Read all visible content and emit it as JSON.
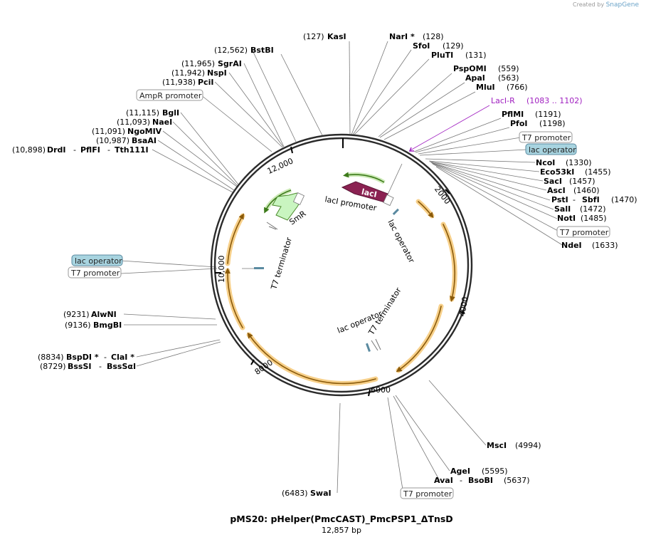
{
  "credit": {
    "prefix": "Created by",
    "brand": "SnapGene"
  },
  "title": "pMS20: pHelper(PmcCAST)_PmcPSP1_ΔTnsD",
  "size_label": "12,857 bp",
  "ring_ticks": [
    "2000",
    "4000",
    "6000",
    "8000",
    "10,000",
    "12,000"
  ],
  "enzymes": [
    {
      "id": "kasi",
      "pos": "(127)",
      "name": "KasI"
    },
    {
      "id": "nari",
      "name": "NarI *",
      "pos": "(128)"
    },
    {
      "id": "sfoi",
      "name": "SfoI",
      "pos": "(129)"
    },
    {
      "id": "pluti",
      "name": "PluTI",
      "pos": "(131)"
    },
    {
      "id": "pspomi",
      "name": "PspOMI",
      "pos": "(559)"
    },
    {
      "id": "apai",
      "name": "ApaI",
      "pos": "(563)"
    },
    {
      "id": "mlui",
      "name": "MluI",
      "pos": "(766)"
    },
    {
      "id": "pflmi",
      "name": "PflMI",
      "pos": "(1191)"
    },
    {
      "id": "pfoi",
      "name": "PfoI",
      "pos": "(1198)"
    },
    {
      "id": "ncoi",
      "name": "NcoI",
      "pos": "(1330)"
    },
    {
      "id": "eco53ki",
      "name": "Eco53kI",
      "pos": "(1455)"
    },
    {
      "id": "saci",
      "name": "SacI",
      "pos": "(1457)"
    },
    {
      "id": "asci",
      "name": "AscI",
      "pos": "(1460)"
    },
    {
      "id": "psti",
      "name": "PstI",
      "sep": "-",
      "name2": "SbfI",
      "pos": "(1470)"
    },
    {
      "id": "sali",
      "name": "SalI",
      "pos": "(1472)"
    },
    {
      "id": "noti",
      "name": "NotI",
      "pos": "(1485)"
    },
    {
      "id": "ndei",
      "name": "NdeI",
      "pos": "(1633)"
    },
    {
      "id": "msci",
      "name": "MscI",
      "pos": "(4994)"
    },
    {
      "id": "agei",
      "name": "AgeI",
      "pos": "(5595)"
    },
    {
      "id": "avai",
      "name": "AvaI",
      "sep": "-",
      "name2": "BsoBI",
      "pos": "(5637)"
    },
    {
      "id": "swai",
      "pos": "(6483)",
      "name": "SwaI"
    },
    {
      "id": "bsssi",
      "pos": "(8729)",
      "name": "BssSI",
      "sep": "-",
      "name2": "BssSαI"
    },
    {
      "id": "bspdi",
      "pos": "(8834)",
      "name": "BspDI *",
      "sep": "-",
      "name2": "ClaI *"
    },
    {
      "id": "bmgbi",
      "pos": "(9136)",
      "name": "BmgBI"
    },
    {
      "id": "alwni",
      "pos": "(9231)",
      "name": "AlwNI"
    },
    {
      "id": "drdi",
      "pos": "(10,898)",
      "name": "DrdI",
      "sep": "-",
      "name2": "PflFI",
      "sep2": "-",
      "name3": "Tth111I"
    },
    {
      "id": "bsaai",
      "pos": "(10,987)",
      "name": "BsaAI"
    },
    {
      "id": "ngomiv",
      "pos": "(11,091)",
      "name": "NgoMIV"
    },
    {
      "id": "naei",
      "pos": "(11,093)",
      "name": "NaeI"
    },
    {
      "id": "bgli",
      "pos": "(11,115)",
      "name": "BglI"
    },
    {
      "id": "pcii",
      "pos": "(11,938)",
      "name": "PciI"
    },
    {
      "id": "nspi",
      "pos": "(11,942)",
      "name": "NspI"
    },
    {
      "id": "sgrai",
      "pos": "(11,965)",
      "name": "SgrAI"
    },
    {
      "id": "bstbi",
      "pos": "(12,562)",
      "name": "BstBI"
    }
  ],
  "primer": {
    "name": "LacI-R",
    "range": "(1083 .. 1102)",
    "color": "#a020c0"
  },
  "feature_boxes": [
    {
      "id": "ampr-promoter",
      "text": "AmpR promoter",
      "style": "white"
    },
    {
      "id": "t7-promoter-1",
      "text": "T7 promoter",
      "style": "white"
    },
    {
      "id": "lac-operator-1",
      "text": "lac operator",
      "style": "blue"
    },
    {
      "id": "t7-promoter-2",
      "text": "T7 promoter",
      "style": "white"
    },
    {
      "id": "lac-operator-left",
      "text": "lac operator",
      "style": "blue"
    },
    {
      "id": "t7-promoter-left",
      "text": "T7 promoter",
      "style": "white"
    },
    {
      "id": "t7-promoter-bottom",
      "text": "T7 promoter",
      "style": "white"
    }
  ],
  "inner_features": {
    "laci": "lacI",
    "smr": "SmR",
    "laci_promoter": "lacI promoter",
    "lac_operator_1": "lac operator",
    "t7_terminator_left": "T7 terminator",
    "lac_operator_2": "lac operator",
    "t7_terminator_2": "T7 terminator"
  },
  "colors": {
    "backbone": "#2b2b2b",
    "orf_fill": "#f5c26b",
    "orf_arrow": "#a0660e",
    "green_arrow": "#5fa030",
    "laci_fill": "#8b2252",
    "smr_fill": "#c9f5c0",
    "lac_op_box": "#a8d4e0"
  }
}
